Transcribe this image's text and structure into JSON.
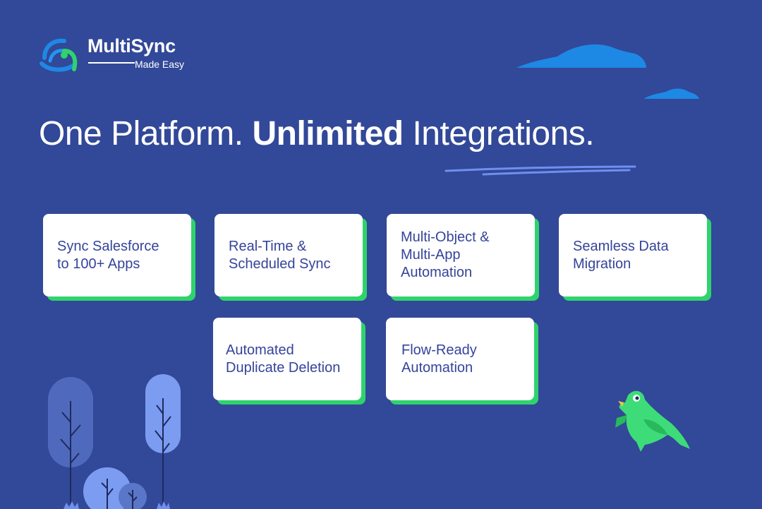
{
  "brand": {
    "name": "MultiSync",
    "tagline": "Made Easy"
  },
  "headline": {
    "part1": "One Platform. ",
    "bold": "Unlimited",
    "part2": " Integrations."
  },
  "features": [
    "Sync Salesforce\nto 100+ Apps",
    "Real-Time &\nScheduled Sync",
    "Multi-Object &\nMulti-App\nAutomation",
    "Seamless Data\nMigration",
    "Automated\nDuplicate Deletion",
    "Flow-Ready\nAutomation"
  ],
  "colors": {
    "background": "#324898",
    "card": "#ffffff",
    "card_shadow": "#2fd36c",
    "text_on_card": "#34449a",
    "cloud": "#1e88e5",
    "tree": "#7b9cf1",
    "bird": "#3ddc78"
  },
  "icons": [
    "multisync-logo-icon",
    "cloud-icon",
    "tree-icon",
    "bush-icon",
    "bird-icon"
  ]
}
